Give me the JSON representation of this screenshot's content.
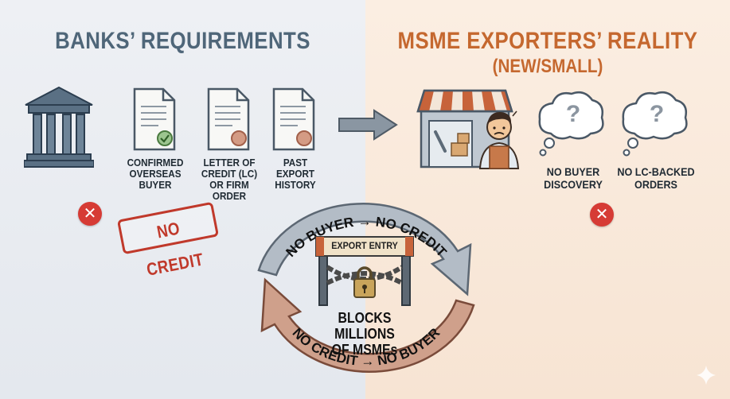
{
  "banks": {
    "title": "BANKS’ REQUIREMENTS",
    "requirements": [
      "CONFIRMED\nOVERSEAS\nBUYER",
      "LETTER OF\nCREDIT (LC)\nOR FIRM ORDER",
      "PAST EXPORT\nHISTORY"
    ],
    "stamp": "NO CREDIT"
  },
  "msme": {
    "title": "MSME EXPORTERS’ REALITY",
    "subtitle": "(NEW/SMALL)",
    "gaps": [
      "NO BUYER\nDISCOVERY",
      "NO LC-BACKED\nORDERS"
    ],
    "bubble_glyph": "?"
  },
  "cycle": {
    "top_arrow": "NO BUYER → NO CREDIT",
    "bottom_arrow": "NO CREDIT → NO BUYER",
    "barrier_sign": "EXPORT ENTRY",
    "center_text": "BLOCKS MILLIONS\nOF MSMEs"
  },
  "colors": {
    "banks_title": "#4f6679",
    "msme_title": "#c5682f",
    "reject": "#d63b35",
    "top_arrow": "#a9b3bd",
    "bottom_arrow": "#c99a82"
  },
  "icons": [
    "bank-icon",
    "document-icon",
    "arrow-right-icon",
    "shop-icon",
    "shopkeeper-icon",
    "thought-bubble-icon",
    "x-circle-icon",
    "padlock-icon",
    "barrier-icon",
    "sparkle-icon"
  ]
}
